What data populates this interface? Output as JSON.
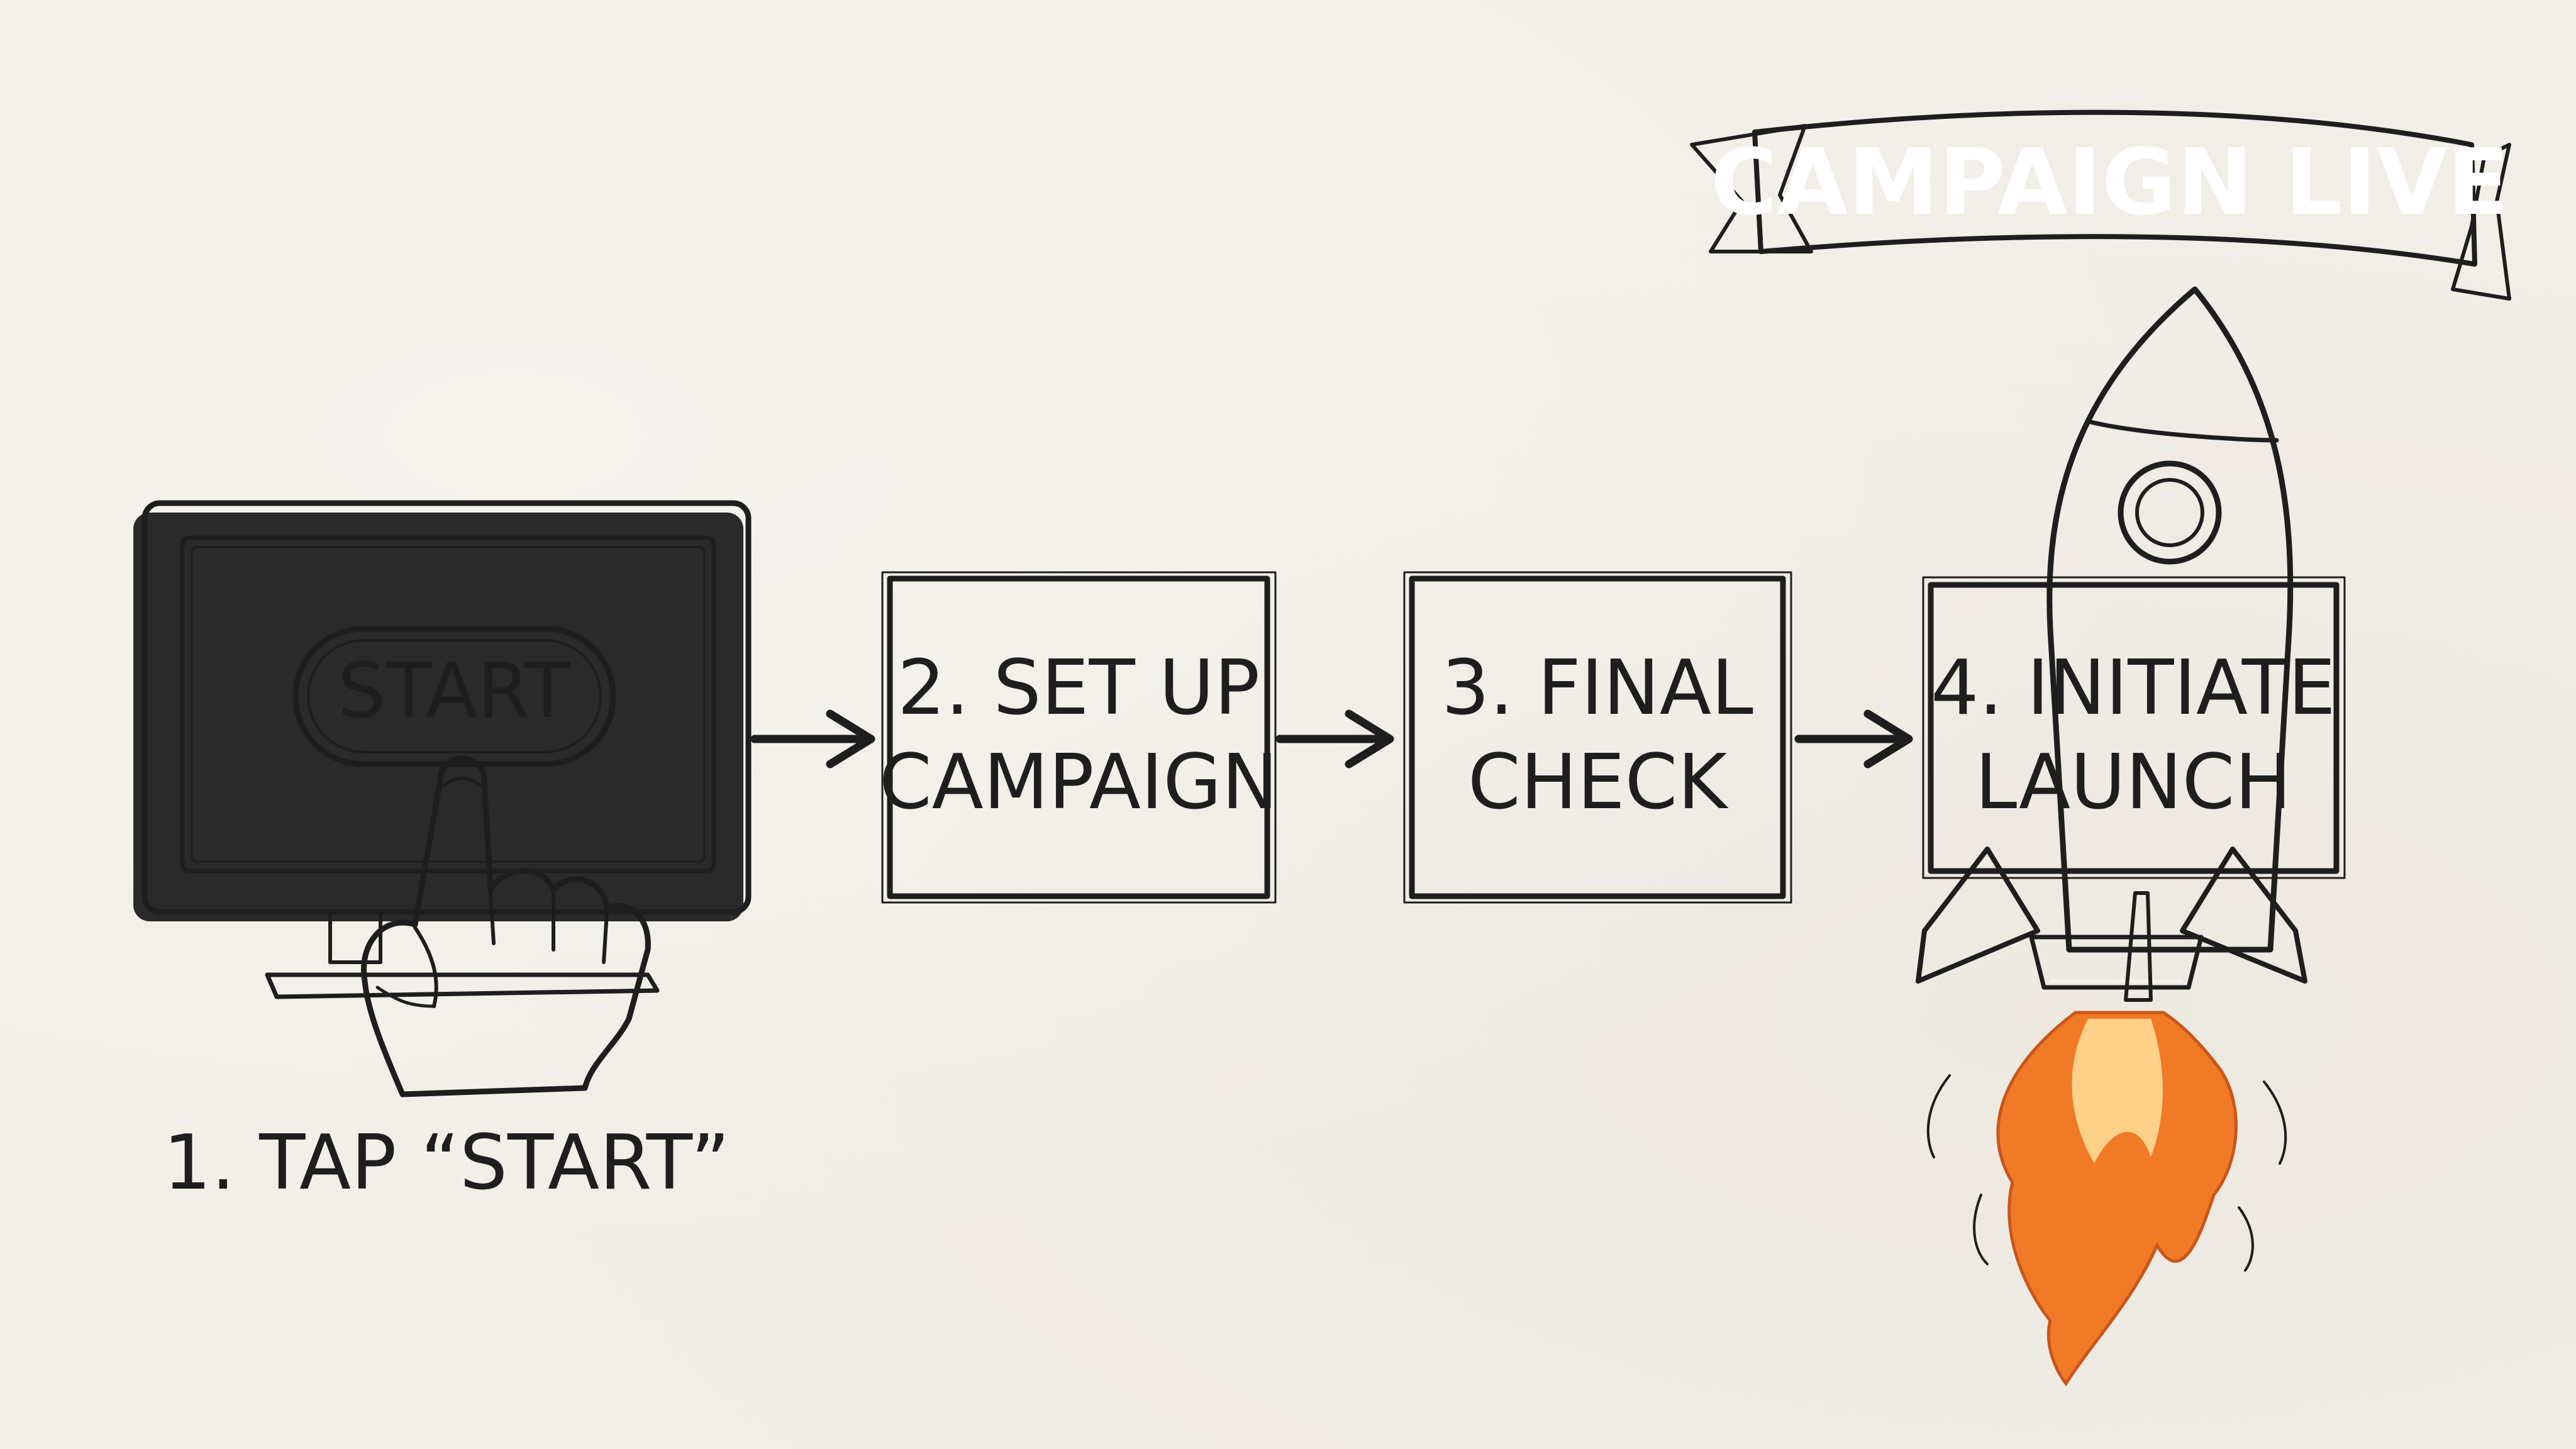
{
  "steps": [
    {
      "label_line1": "1. TAP “START”",
      "label_line2": ""
    },
    {
      "label_line1": "2. SET UP",
      "label_line2": "CAMPAIGN"
    },
    {
      "label_line1": "3. FINAL",
      "label_line2": "CHECK"
    },
    {
      "label_line1": "4. INITIATE",
      "label_line2": "LAUNCH"
    }
  ],
  "monitor": {
    "button_label": "START"
  },
  "banner": {
    "text": "CAMPAIGN LIVE",
    "color": "#2a6bbd"
  },
  "colors": {
    "ink": "#1e1e1e",
    "flame": "#f07a26",
    "flame_core": "#ffd08a",
    "paper": "#f1eee7"
  },
  "icons": [
    "monitor-icon",
    "pointing-hand-icon",
    "arrow-right-icon",
    "rocket-icon",
    "flame-icon"
  ]
}
